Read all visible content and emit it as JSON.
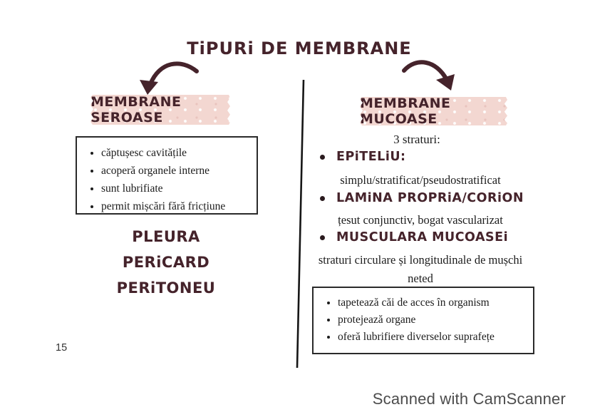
{
  "page": {
    "title": "TiPURi DE MEMBRANE",
    "page_number": "15",
    "watermark": "Scanned with CamScanner"
  },
  "left_column": {
    "header": "MEMBRANE SEROASE",
    "box_items": [
      "căptușesc cavitățile",
      "acoperă organele interne",
      "sunt lubrifiate",
      "permit mișcări fără fricțiune"
    ],
    "examples": [
      "PLEURA",
      "PERiCARD",
      "PERiTONEU"
    ]
  },
  "right_column": {
    "header": "MEMBRANE MUCOASE",
    "subtitle": "3 straturi:",
    "layers": [
      {
        "name": "EPiTELiU:",
        "detail": "simplu/stratificat/pseudostratificat"
      },
      {
        "name": "LAMiNA PROPRiA/CORiON",
        "detail": "țesut conjunctiv, bogat vascularizat"
      },
      {
        "name": "MUSCULARA MUCOASEi",
        "detail": "straturi circulare și longitudinale de mușchi neted"
      }
    ],
    "box_items": [
      "tapetează căi de acces în organism",
      "protejează organe",
      "oferă lubrifiere diverselor suprafețe"
    ]
  },
  "colors": {
    "heading_ink": "#45232b",
    "body_ink": "#1c1c1c",
    "tape_pink": "#f3d7d1",
    "watermark_gray": "#4c4c4c"
  }
}
